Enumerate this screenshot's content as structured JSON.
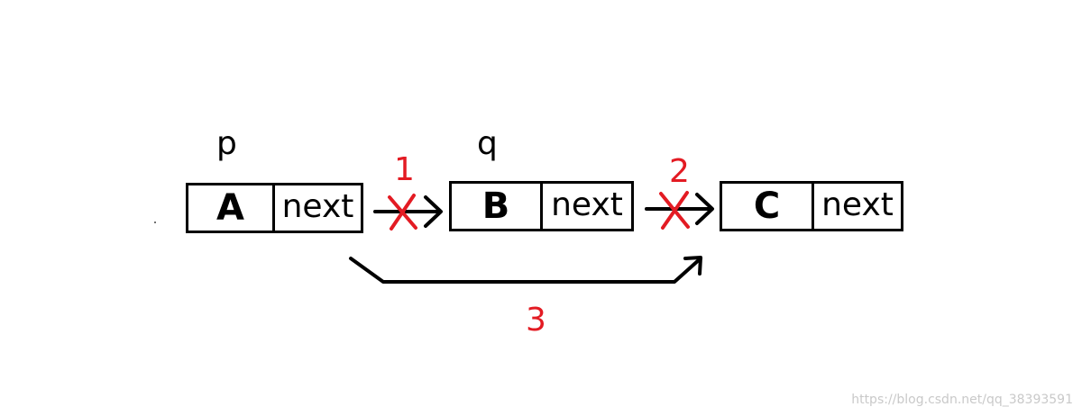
{
  "pointers": {
    "p": "p",
    "q": "q"
  },
  "nodes": [
    {
      "value": "A",
      "next_label": "next"
    },
    {
      "value": "B",
      "next_label": "next"
    },
    {
      "value": "C",
      "next_label": "next"
    }
  ],
  "steps": {
    "one": "1",
    "two": "2",
    "three": "3"
  },
  "colors": {
    "stroke": "#000000",
    "highlight": "#e31b23"
  },
  "watermark": "https://blog.csdn.net/qq_38393591"
}
